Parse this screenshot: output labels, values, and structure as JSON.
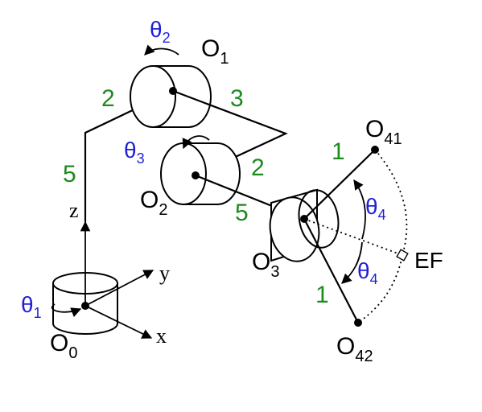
{
  "nodes": {
    "o0": {
      "main": "O",
      "sub": "0"
    },
    "o1": {
      "main": "O",
      "sub": "1"
    },
    "o2": {
      "main": "O",
      "sub": "2"
    },
    "o3": {
      "main": "O",
      "sub": "3"
    },
    "o41": {
      "main": "O",
      "sub": "41"
    },
    "o42": {
      "main": "O",
      "sub": "42"
    },
    "ef": "EF"
  },
  "axes": {
    "z": "z",
    "y": "y",
    "x": "x"
  },
  "angles": {
    "t1": {
      "main": "θ",
      "sub": "1"
    },
    "t2": {
      "main": "θ",
      "sub": "2"
    },
    "t3": {
      "main": "θ",
      "sub": "3"
    },
    "t4a": {
      "main": "θ",
      "sub": "4"
    },
    "t4b": {
      "main": "θ",
      "sub": "4"
    }
  },
  "lengths": {
    "l5_vertical": "5",
    "l2_top": "2",
    "l3_top": "3",
    "l2_mid": "2",
    "l5_mid": "5",
    "l1_upper": "1",
    "l1_lower": "1"
  },
  "colors": {
    "link": "#000000",
    "angle": "#1f1fd6",
    "length": "#1e8a1e"
  }
}
